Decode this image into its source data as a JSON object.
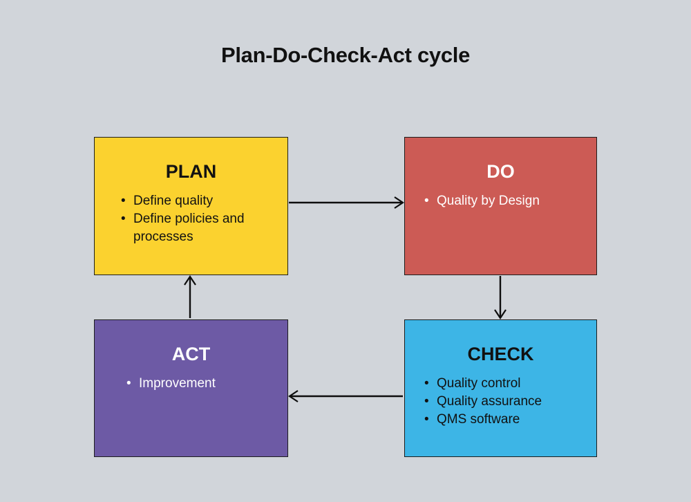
{
  "diagram": {
    "title": "Plan-Do-Check-Act cycle",
    "background_color": "#d1d5da",
    "nodes": [
      {
        "id": "plan",
        "title": "PLAN",
        "fill_color": "#fbd22f",
        "text_color": "#121212",
        "items": [
          "Define quality",
          "Define policies and processes"
        ]
      },
      {
        "id": "do",
        "title": "DO",
        "fill_color": "#cc5b55",
        "text_color": "#ffffff",
        "items": [
          "Quality by Design"
        ]
      },
      {
        "id": "check",
        "title": "CHECK",
        "fill_color": "#3db5e6",
        "text_color": "#111111",
        "items": [
          "Quality control",
          "Quality assurance",
          "QMS software"
        ]
      },
      {
        "id": "act",
        "title": "ACT",
        "fill_color": "#6d5aa5",
        "text_color": "#ffffff",
        "items": [
          "Improvement"
        ]
      }
    ],
    "bullet_glyph": "•",
    "arrows": [
      {
        "id": "plan-to-do",
        "from": "plan",
        "to": "do",
        "direction": "right"
      },
      {
        "id": "do-to-check",
        "from": "do",
        "to": "check",
        "direction": "down"
      },
      {
        "id": "check-to-act",
        "from": "check",
        "to": "act",
        "direction": "left"
      },
      {
        "id": "act-to-plan",
        "from": "act",
        "to": "plan",
        "direction": "up"
      }
    ],
    "arrow_color": "#0d0d0d"
  }
}
